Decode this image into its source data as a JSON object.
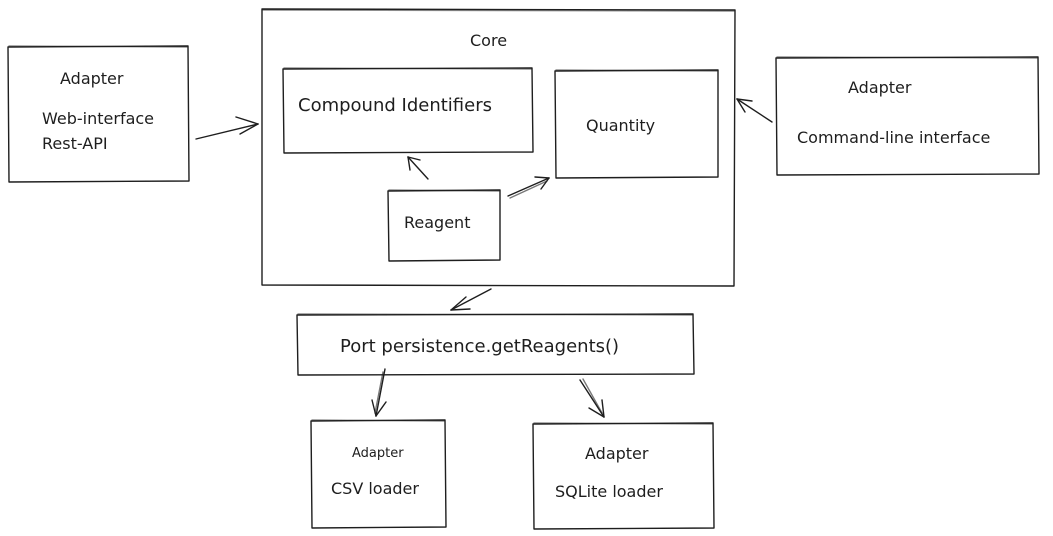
{
  "core": {
    "title": "Core",
    "compound_identifiers": "Compound Identifiers",
    "quantity": "Quantity",
    "reagent": "Reagent"
  },
  "left_adapter": {
    "title": "Adapter",
    "line1": "Web-interface",
    "line2": "Rest-API"
  },
  "right_adapter": {
    "title": "Adapter",
    "line1": "Command-line interface"
  },
  "port": {
    "label": "Port persistence.getReagents()"
  },
  "csv_adapter": {
    "title": "Adapter",
    "line1": "CSV loader"
  },
  "sqlite_adapter": {
    "title": "Adapter",
    "line1": "SQLite loader"
  }
}
